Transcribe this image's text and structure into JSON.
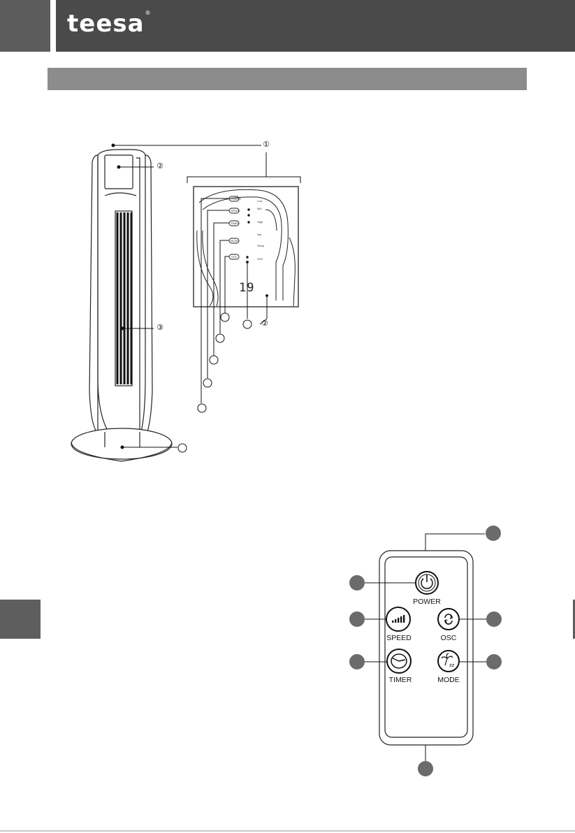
{
  "header": {
    "brand": "teesa",
    "brand_mark": "®"
  },
  "callouts": {
    "one": "①",
    "two": "②",
    "three": "③",
    "panel_two": "②"
  },
  "panel": {
    "buttons": [
      "POWER",
      "SPEED",
      "TIMER",
      "MODE",
      "OSC"
    ],
    "indicators": [
      "Low",
      "Mid",
      "High",
      "Nat",
      "Sleep",
      "OSC"
    ],
    "display": "19"
  },
  "remote": {
    "power": "POWER",
    "speed": "SPEED",
    "osc": "OSC",
    "timer": "TIMER",
    "mode": "MODE"
  },
  "icons": {
    "power": "power-icon",
    "speed": "signal-bars-icon",
    "osc": "oscillate-icon",
    "timer": "clock-icon",
    "mode": "palm-sleep-icon"
  },
  "colors": {
    "header": "#4a4a4a",
    "header_left": "#5c5c5c",
    "section_bar": "#8c8c8c",
    "side_tab": "#5e5e5e",
    "callout_fill": "#6b6b6b"
  }
}
